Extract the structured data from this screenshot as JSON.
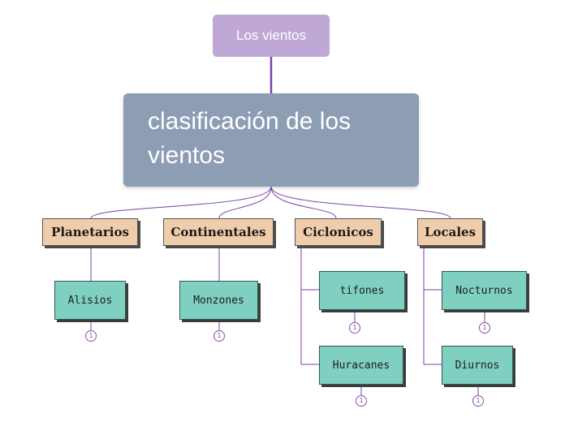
{
  "diagram": {
    "root": {
      "label": "Los vientos"
    },
    "main": {
      "label": "clasificación de los vientos"
    },
    "categories": [
      {
        "label": "Planetarios",
        "items": [
          {
            "label": "Alisios",
            "badge": "1"
          }
        ]
      },
      {
        "label": "Continentales",
        "items": [
          {
            "label": "Monzones",
            "badge": "1"
          }
        ]
      },
      {
        "label": "Ciclonicos",
        "items": [
          {
            "label": "tifones",
            "badge": "1"
          },
          {
            "label": "Huracanes",
            "badge": "1"
          }
        ]
      },
      {
        "label": "Locales",
        "items": [
          {
            "label": "Nocturnos",
            "badge": "1"
          },
          {
            "label": "Diurnos",
            "badge": "1"
          }
        ]
      }
    ],
    "colors": {
      "connector": "#7b3fa8",
      "root_fill": "#c0a8d6",
      "main_fill": "#8d9db4",
      "category_fill": "#efcdaa",
      "leaf_fill": "#7fd0c0"
    }
  }
}
